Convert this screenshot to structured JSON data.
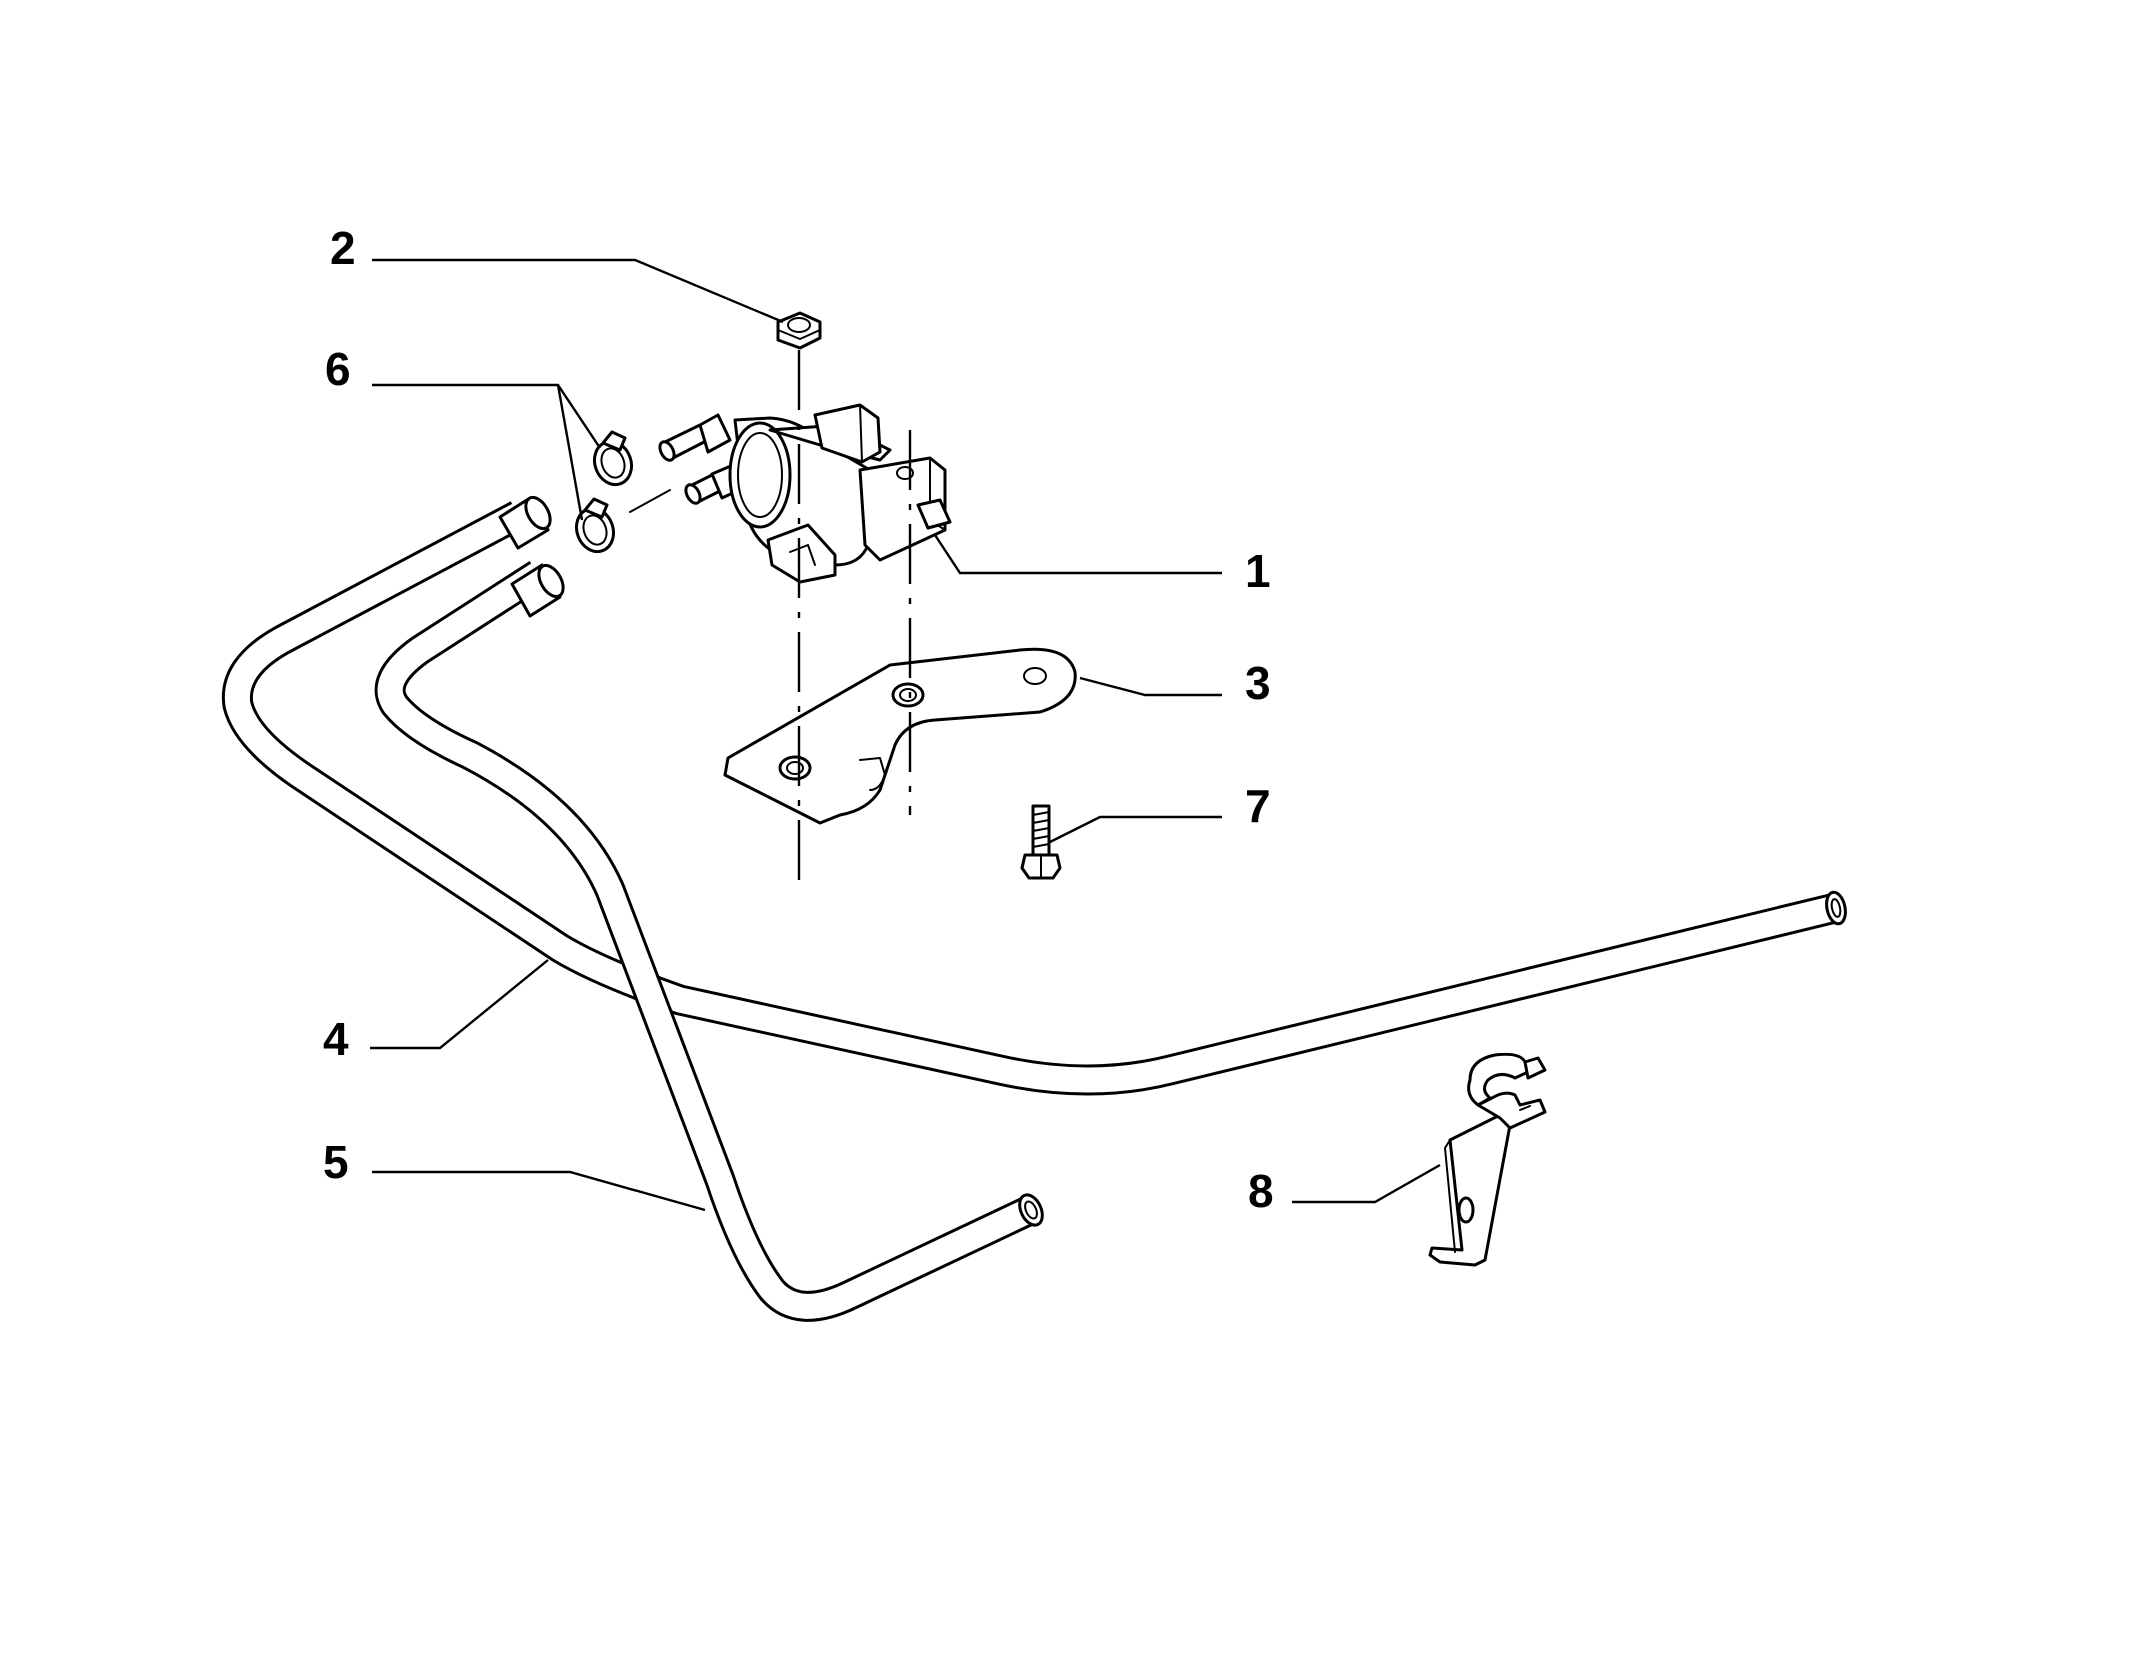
{
  "diagram": {
    "callouts": [
      {
        "number": "1",
        "part": "solenoid-valve"
      },
      {
        "number": "2",
        "part": "hex-nut"
      },
      {
        "number": "3",
        "part": "mounting-bracket"
      },
      {
        "number": "4",
        "part": "long-hose"
      },
      {
        "number": "5",
        "part": "short-hose"
      },
      {
        "number": "6",
        "part": "hose-clamps"
      },
      {
        "number": "7",
        "part": "bolt"
      },
      {
        "number": "8",
        "part": "pipe-clip-bracket"
      }
    ],
    "colors": {
      "line": "#000000",
      "background": "#ffffff"
    }
  }
}
